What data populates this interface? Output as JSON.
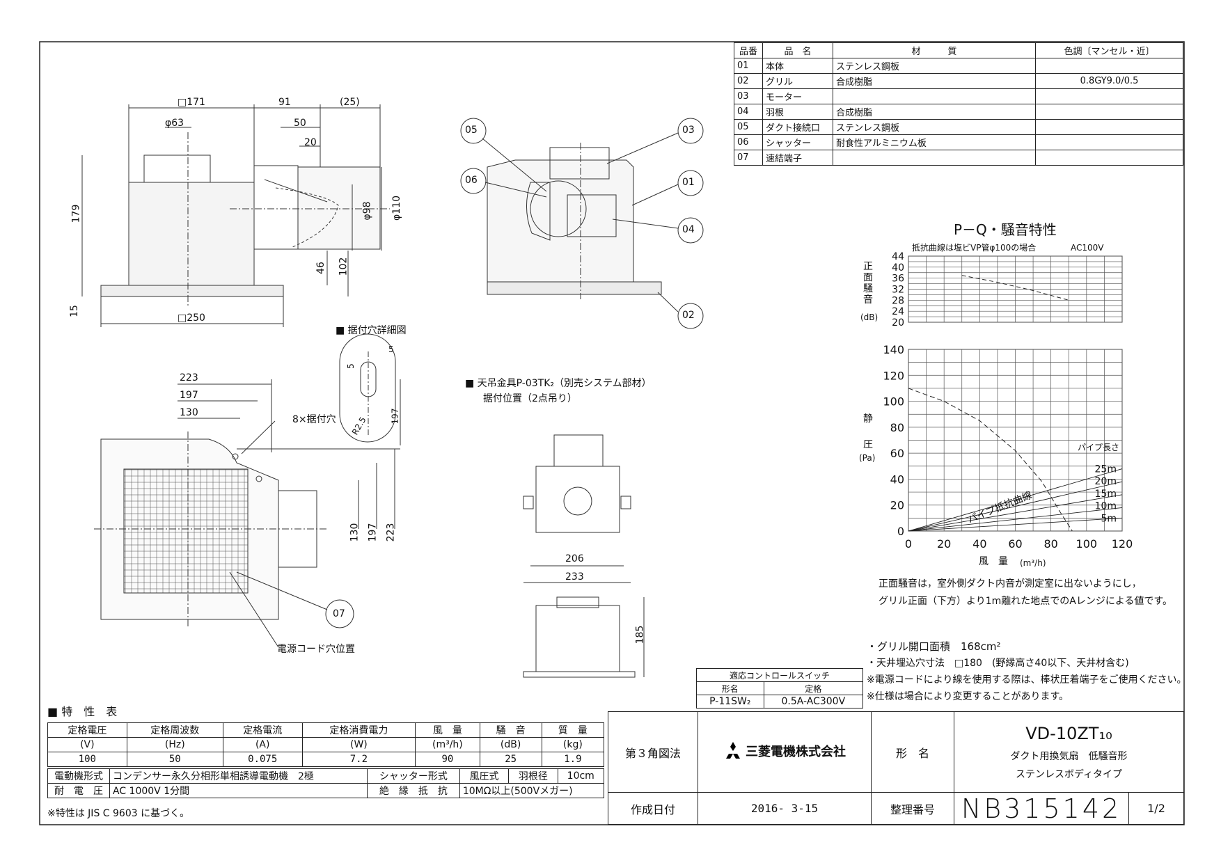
{
  "parts_table": {
    "headers": [
      "品番",
      "品　名",
      "材　　　質",
      "色調〔マンセル・近〕"
    ],
    "rows": [
      [
        "01",
        "本体",
        "ステンレス鋼板",
        ""
      ],
      [
        "02",
        "グリル",
        "合成樹脂",
        "0.8GY9.0/0.5"
      ],
      [
        "03",
        "モーター",
        "",
        ""
      ],
      [
        "04",
        "羽根",
        "合成樹脂",
        ""
      ],
      [
        "05",
        "ダクト接続口",
        "ステンレス鋼板",
        ""
      ],
      [
        "06",
        "シャッター",
        "耐食性アルミニウム板",
        ""
      ],
      [
        "07",
        "速結端子",
        "",
        ""
      ]
    ]
  },
  "side_view": {
    "dims": {
      "d171": "□171",
      "d91": "91",
      "d25": "(25)",
      "d63": "φ63",
      "d50": "50",
      "d20": "20",
      "d179": "179",
      "d15": "15",
      "d98": "φ98",
      "d110": "φ110",
      "d46": "46",
      "d102": "102",
      "d250": "□250"
    }
  },
  "section_view": {
    "callouts": [
      "05",
      "06",
      "03",
      "01",
      "04",
      "02"
    ]
  },
  "mount_hole_detail": {
    "title": "■ 据付穴詳細図",
    "dims": {
      "a": "5",
      "b": "5",
      "c": "197",
      "r": "R2.5"
    }
  },
  "plan_view": {
    "dims": {
      "d223": "223",
      "d197": "197",
      "d130": "130",
      "v130": "130",
      "v197": "197",
      "v223": "223"
    },
    "hole_label": "8×据付穴",
    "callout": "07",
    "cord_label": "電源コード穴位置"
  },
  "hanger": {
    "line1": "■ 天吊金具P-03TK₂（別売システム部材）",
    "line2": "据付位置（2点吊り）",
    "dims": {
      "d206": "206",
      "d233": "233",
      "d185": "185"
    }
  },
  "chart_title": "P－Q・騒音特性",
  "noise_chart": {
    "note": "抵抗曲線は塩ビVP管φ100の場合",
    "voltage": "AC100V",
    "ylabel": "正面騒音",
    "yunit": "(dB)",
    "yticks": [
      "44",
      "40",
      "36",
      "32",
      "28",
      "24",
      "20"
    ]
  },
  "pq_chart": {
    "ylabel_top": "静",
    "ylabel_bottom": "圧",
    "yunit": "(Pa)",
    "yticks": [
      "140",
      "120",
      "100",
      "80",
      "60",
      "40",
      "20",
      "0"
    ],
    "xticks": [
      "0",
      "20",
      "40",
      "60",
      "80",
      "100",
      "120"
    ],
    "xlabel": "風　量",
    "xunit": "(m³/h)",
    "pipe_title": "パイプ長さ",
    "pipe_labels": [
      "25m",
      "20m",
      "15m",
      "10m",
      "5m"
    ],
    "curve_label": "パイプ抵抗曲線"
  },
  "chart_data": [
    {
      "type": "line",
      "title": "P－Q・騒音特性",
      "ylabel": "正面騒音 (dB)",
      "xlim": [
        0,
        120
      ],
      "ylim": [
        20,
        44
      ],
      "series": [
        {
          "name": "",
          "x": [
            30,
            50,
            70,
            90
          ],
          "y": [
            37,
            34.5,
            31.5,
            28
          ]
        }
      ]
    },
    {
      "type": "line",
      "xlabel": "風量 (m³/h)",
      "ylabel": "静圧 (Pa)",
      "xlim": [
        0,
        120
      ],
      "ylim": [
        0,
        140
      ],
      "series": [
        {
          "name": "",
          "x": [
            0,
            20,
            40,
            60,
            75,
            85,
            92
          ],
          "y": [
            110,
            100,
            85,
            62,
            38,
            15,
            0
          ]
        },
        {
          "name": "5m",
          "x": [
            0,
            120
          ],
          "y": [
            0,
            10
          ]
        },
        {
          "name": "10m",
          "x": [
            0,
            120
          ],
          "y": [
            0,
            18
          ]
        },
        {
          "name": "15m",
          "x": [
            0,
            120
          ],
          "y": [
            0,
            28
          ]
        },
        {
          "name": "20m",
          "x": [
            0,
            120
          ],
          "y": [
            0,
            38
          ]
        },
        {
          "name": "25m",
          "x": [
            0,
            120
          ],
          "y": [
            0,
            48
          ]
        }
      ]
    }
  ],
  "chart_notes": [
    "正面騒音は，室外側ダクト内音が測定室に出ないようにし，",
    "グリル正面（下方）より1m離れた地点でのAレンジによる値です。"
  ],
  "notes": [
    "・グリル開口面積　168cm²",
    "・天井埋込穴寸法　□180　(野縁高さ40以下、天井材含む)",
    "※電源コードにより線を使用する際は、棒状圧着端子をご使用ください。",
    "※仕様は場合により変更することがあります。"
  ],
  "switch_table": {
    "title": "適応コントロールスイッチ",
    "col1": "形名",
    "col2": "定格",
    "model": "P-11SW₂",
    "rating": "0.5A-AC300V"
  },
  "spec_table": {
    "title": "■ 特　性　表",
    "headers": [
      "定格電圧",
      "定格周波数",
      "定格電流",
      "定格消費電力",
      "風　量",
      "騒　音",
      "質　量"
    ],
    "units": [
      "(V)",
      "(Hz)",
      "(A)",
      "(W)",
      "(m³/h)",
      "(dB)",
      "(kg)"
    ],
    "values": [
      "100",
      "50",
      "0.075",
      "7.2",
      "90",
      "25",
      "1.9"
    ],
    "motor_label": "電動機形式",
    "motor_value": "コンデンサー永久分相形単相誘導電動機　2極",
    "shutter_label": "シャッター形式",
    "shutter_value": "風圧式",
    "blade_label": "羽根径",
    "blade_value": "10cm",
    "voltage_label": "耐　電　圧",
    "voltage_value": "AC 1000V 1分間",
    "insulation_label": "絶　縁　抵　抗",
    "insulation_value": "10MΩ以上(500Vメガー)",
    "footnote": "※特性は JIS C 9603 に基づく。"
  },
  "title_block": {
    "projection": "第３角図法",
    "company": "三菱電機株式会社",
    "model_label": "形　名",
    "model": "VD-10ZT₁₀",
    "desc1": "ダクト用換気扇　低騒音形",
    "desc2": "ステンレスボディタイプ",
    "date_label": "作成日付",
    "date": "2016- 3-15",
    "ref_label": "整理番号",
    "ref": "NB315142",
    "page": "1/2"
  }
}
